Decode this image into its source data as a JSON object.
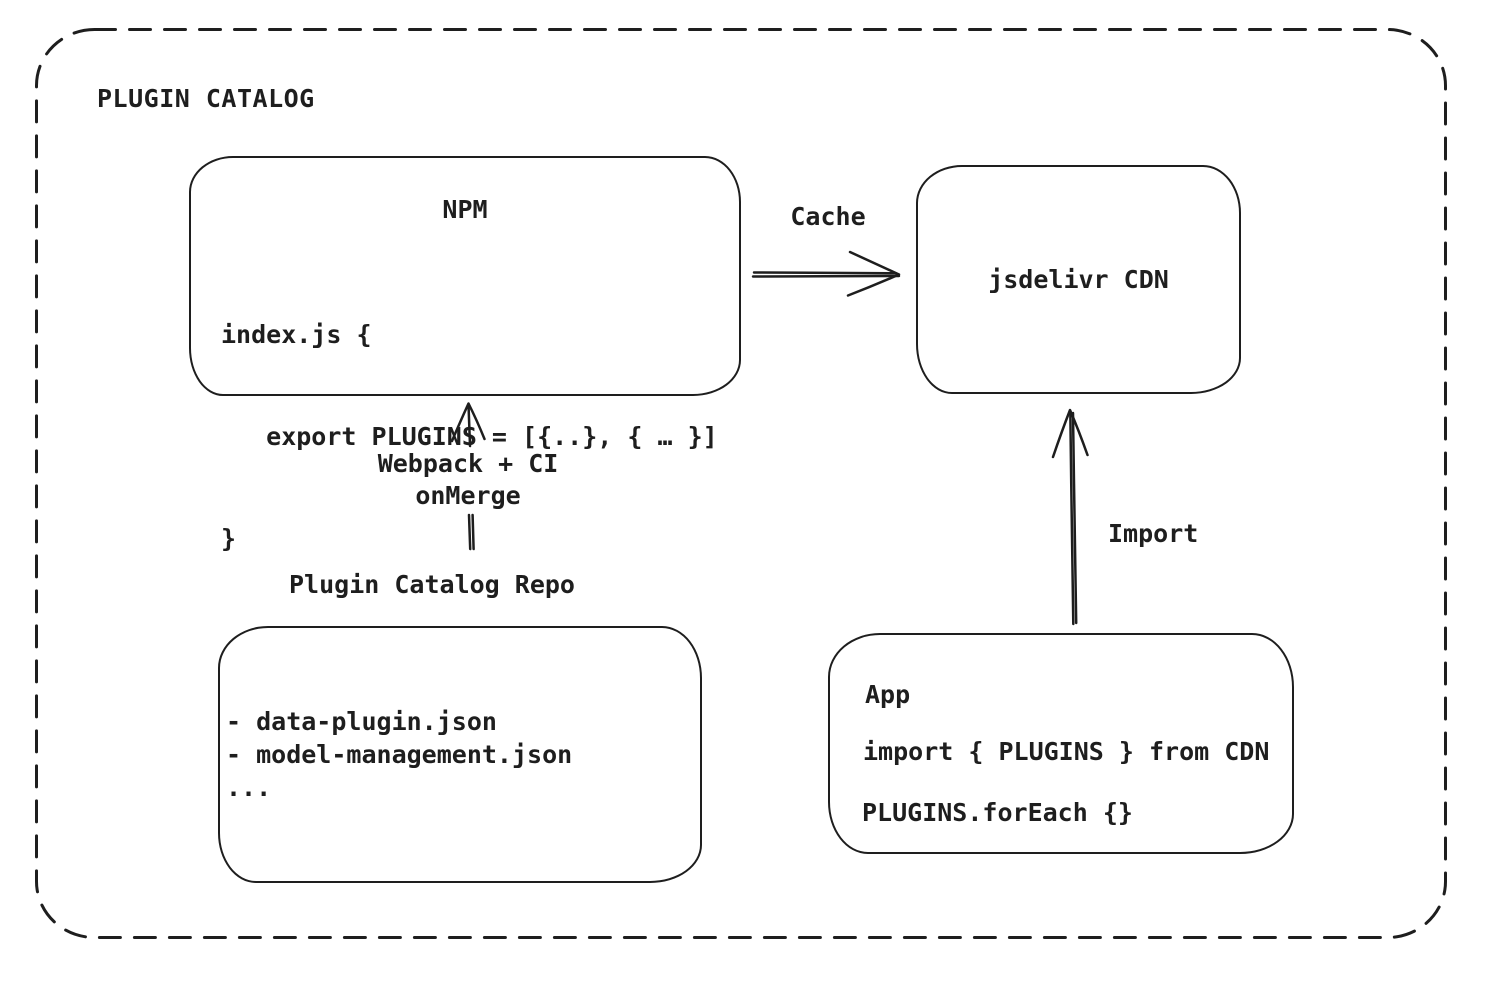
{
  "diagram": {
    "title": "PLUGIN CATALOG",
    "colors": {
      "stroke": "#1e1e1e",
      "background": "#ffffff"
    },
    "nodes": {
      "npm": {
        "title": "NPM",
        "code_lines": [
          "index.js {",
          "   export PLUGINS = [{..}, { … }]",
          "}"
        ]
      },
      "cdn": {
        "label": "jsdelivr CDN"
      },
      "repo": {
        "label": "Plugin Catalog Repo",
        "file_lines": [
          "- data-plugin.json",
          "- model-management.json",
          "..."
        ]
      },
      "app": {
        "title": "App",
        "code_lines": [
          "import { PLUGINS } from CDN",
          "PLUGINS.forEach {}"
        ]
      }
    },
    "edges": {
      "cache": {
        "label": "Cache",
        "from": "NPM",
        "to": "jsdelivr CDN"
      },
      "build": {
        "label_lines": [
          "Webpack + CI",
          "onMerge"
        ],
        "from": "Plugin Catalog Repo",
        "to": "NPM"
      },
      "import": {
        "label": "Import",
        "from": "App",
        "to": "jsdelivr CDN"
      }
    }
  }
}
